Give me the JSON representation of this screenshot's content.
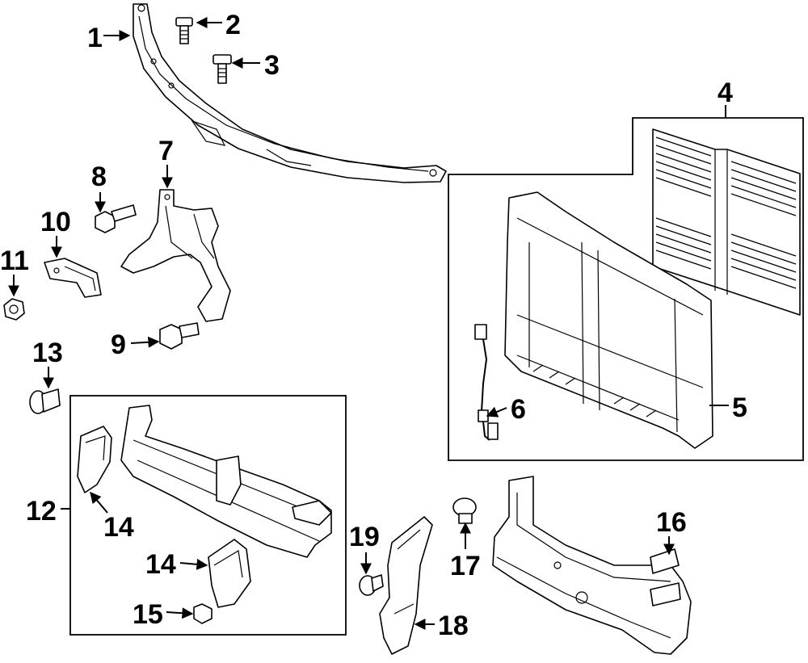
{
  "callouts": {
    "c1": "1",
    "c2": "2",
    "c3": "3",
    "c4": "4",
    "c5": "5",
    "c6": "6",
    "c7": "7",
    "c8": "8",
    "c9": "9",
    "c10": "10",
    "c11": "11",
    "c12": "12",
    "c13": "13",
    "c14a": "14",
    "c14b": "14",
    "c15": "15",
    "c16": "16",
    "c17": "17",
    "c18": "18",
    "c19": "19"
  }
}
